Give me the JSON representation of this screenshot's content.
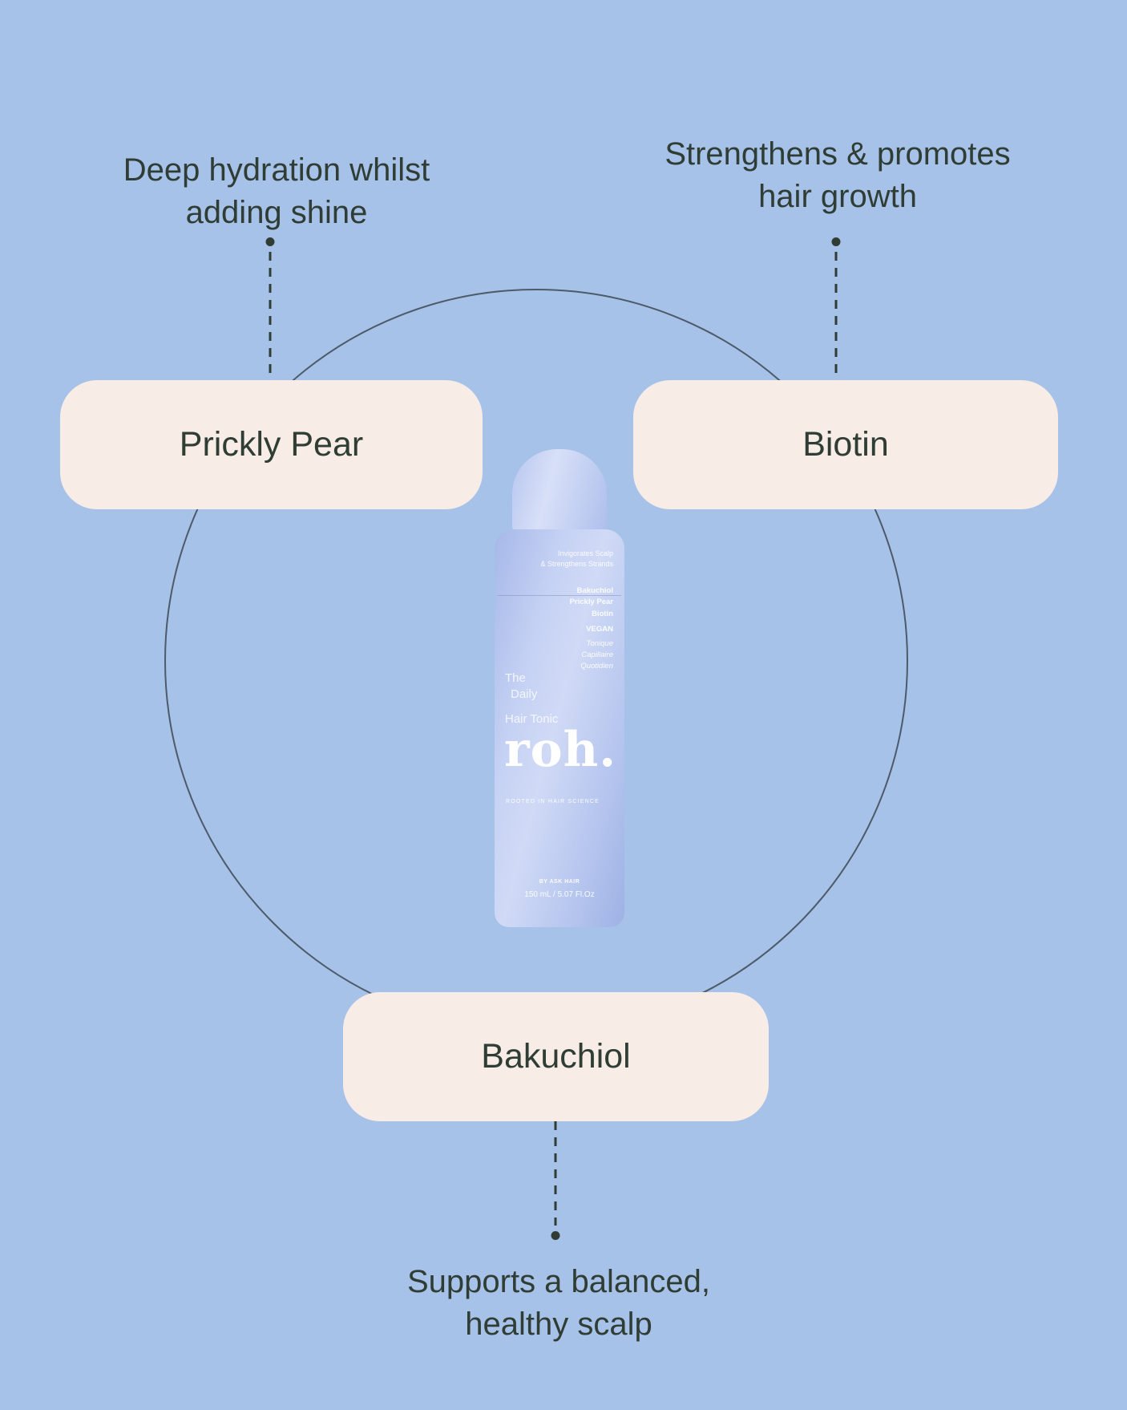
{
  "colors": {
    "background": "#a7c2e8",
    "card": "#f7ece6",
    "text": "#2f3d35",
    "circle": "#3d4852",
    "bottle_light": "#d0daf6",
    "bottle_dark": "#a6b8e9",
    "bottle_text": "#ffffff"
  },
  "callouts": {
    "top_left": {
      "lines": [
        "Deep hydration whilst",
        "adding shine"
      ]
    },
    "top_right": {
      "lines": [
        "Strengthens & promotes",
        "hair growth"
      ]
    },
    "bottom": {
      "lines": [
        "Supports a balanced,",
        "healthy scalp"
      ]
    }
  },
  "cards": {
    "prickly_pear": "Prickly Pear",
    "biotin": "Biotin",
    "bakuchiol": "Bakuchiol"
  },
  "bottle": {
    "claim_lines": [
      "Invigorates Scalp",
      "& Strengthens Strands"
    ],
    "key_ingredients": [
      "Bakuchiol",
      "Prickly Pear",
      "Biotin"
    ],
    "vegan_label": "VEGAN",
    "french_lines": [
      "Tonique",
      "Capillaire",
      "Quotidien"
    ],
    "name_line1": "The",
    "name_line2": "Daily",
    "name_line3": "Hair Tonic",
    "brand": "roh.",
    "brand_tagline": "ROOTED IN HAIR SCIENCE",
    "maker": "BY ASK HAIR",
    "volume": "150 mL / 5.07 Fl.Oz"
  }
}
